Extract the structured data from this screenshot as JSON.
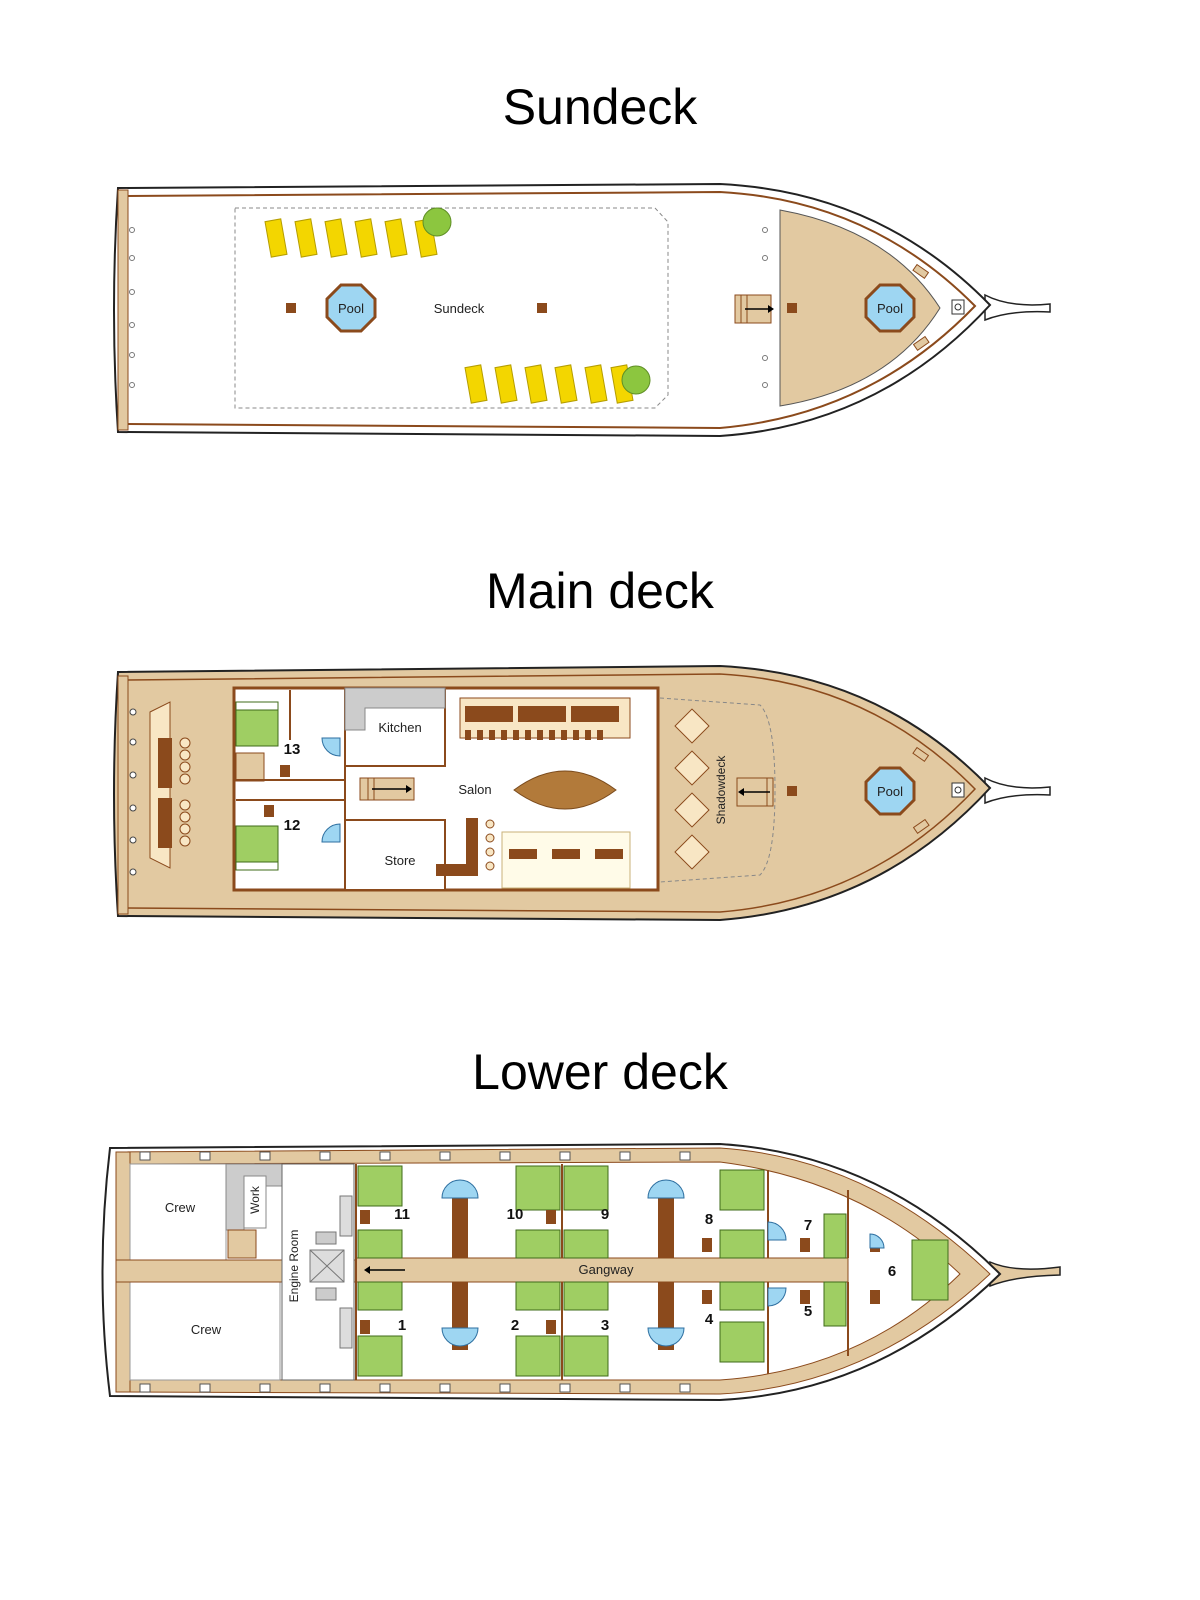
{
  "colors": {
    "deck_wood": "#e2c9a1",
    "cabin_floor": "#ffffff",
    "bed_green": "#9fce63",
    "lounger_yellow": "#f3d600",
    "umbrella_green": "#8cc63f",
    "pool_water": "#9ed6f2",
    "furniture_brown": "#8b4a1c",
    "hull_line": "#222222"
  },
  "sundeck": {
    "title": "Sundeck",
    "area_label": "Sundeck",
    "pool_aft_label": "Pool",
    "pool_bow_label": "Pool"
  },
  "main_deck": {
    "title": "Main deck",
    "kitchen_label": "Kitchen",
    "salon_label": "Salon",
    "store_label": "Store",
    "shadowdeck_label": "Shadowdeck",
    "pool_label": "Pool",
    "cabin_13": "13",
    "cabin_12": "12"
  },
  "lower_deck": {
    "title": "Lower deck",
    "crew_top_label": "Crew",
    "crew_bottom_label": "Crew",
    "work_label": "Work",
    "engine_room_label": "Engine Room",
    "gangway_label": "Gangway",
    "cabins_top": [
      "11",
      "10",
      "9",
      "8",
      "7"
    ],
    "cabins_bottom": [
      "1",
      "2",
      "3",
      "4",
      "5"
    ],
    "cabin_bow": "6"
  }
}
